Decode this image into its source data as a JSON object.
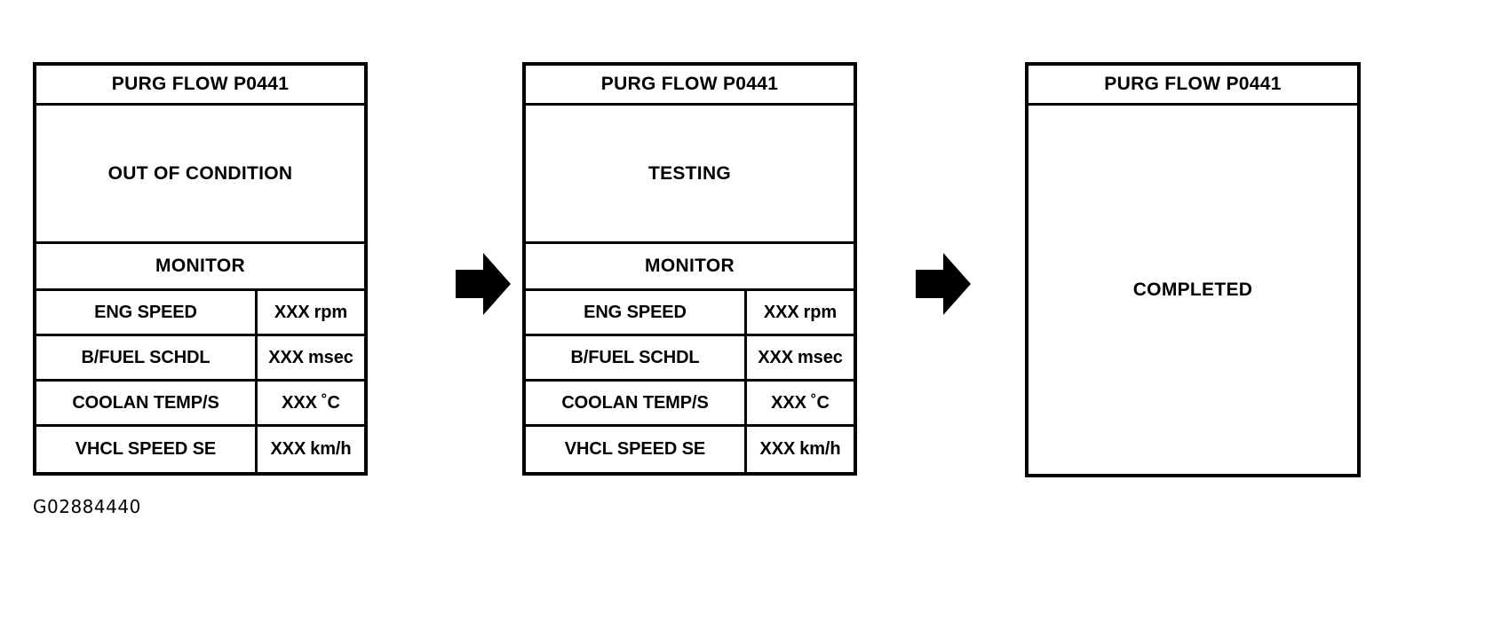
{
  "figure": {
    "caption": "G02884440"
  },
  "panels": [
    {
      "name": "out-of-condition",
      "header": "PURG FLOW P0441",
      "status": "OUT OF CONDITION",
      "section_label": "MONITOR",
      "rows": [
        {
          "label": "ENG SPEED",
          "value": "XXX",
          "unit": "rpm"
        },
        {
          "label": "B/FUEL SCHDL",
          "value": "XXX",
          "unit": "msec"
        },
        {
          "label": "COOLAN TEMP/S",
          "value": "XXX",
          "unit": "˚C"
        },
        {
          "label": "VHCL SPEED SE",
          "value": "XXX",
          "unit": "km/h"
        }
      ]
    },
    {
      "name": "testing",
      "header": "PURG FLOW P0441",
      "status": "TESTING",
      "section_label": "MONITOR",
      "rows": [
        {
          "label": "ENG SPEED",
          "value": "XXX",
          "unit": "rpm"
        },
        {
          "label": "B/FUEL SCHDL",
          "value": "XXX",
          "unit": "msec"
        },
        {
          "label": "COOLAN TEMP/S",
          "value": "XXX",
          "unit": "˚C"
        },
        {
          "label": "VHCL SPEED SE",
          "value": "XXX",
          "unit": "km/h"
        }
      ]
    },
    {
      "name": "completed",
      "header": "PURG FLOW P0441",
      "status": "COMPLETED"
    }
  ],
  "arrows": [
    {
      "name": "arrow-1",
      "direction": "right"
    },
    {
      "name": "arrow-2",
      "direction": "right"
    }
  ],
  "colors": {
    "ink": "#000000",
    "paper": "#ffffff"
  }
}
